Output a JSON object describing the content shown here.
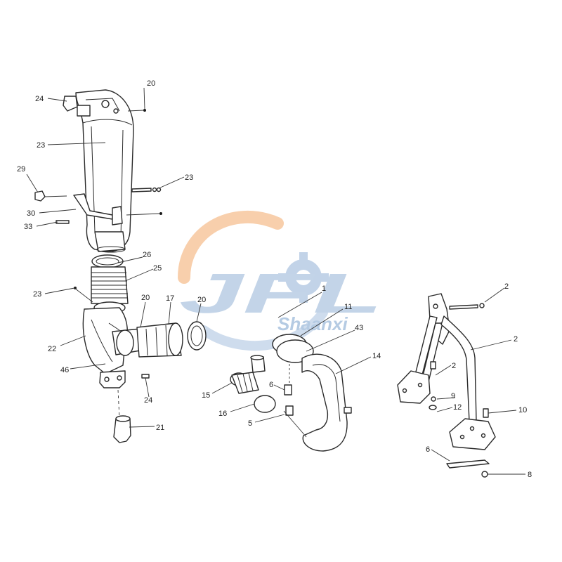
{
  "watermark": {
    "brand": "JFL",
    "subtitle": "Shaanxi",
    "arc_warm_color": "#f5b986",
    "arc_cool_color": "#b8cce5",
    "gear_color": "#b8cce5"
  },
  "labels": [
    "24",
    "20",
    "23",
    "23",
    "29",
    "30",
    "33",
    "26",
    "25",
    "23",
    "20",
    "17",
    "20",
    "22",
    "46",
    "24",
    "21",
    "1",
    "11",
    "43",
    "14",
    "15",
    "16",
    "6",
    "5",
    "2",
    "2",
    "2",
    "9",
    "12",
    "10",
    "6",
    "8"
  ]
}
